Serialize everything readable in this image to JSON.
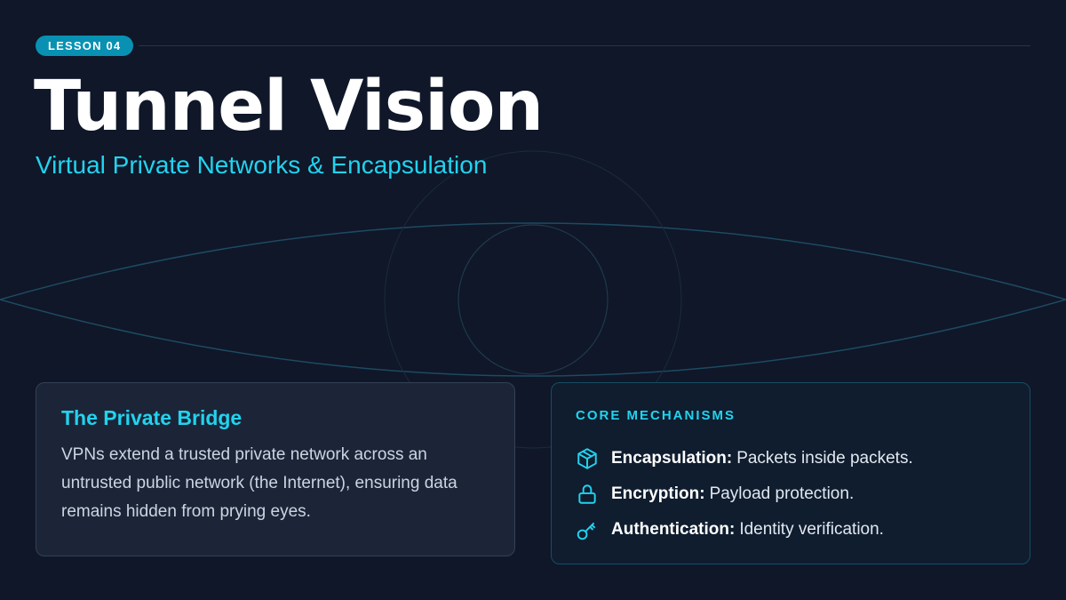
{
  "badge": "LESSON 04",
  "title": "Tunnel Vision",
  "subtitle": "Virtual Private Networks & Encapsulation",
  "bridge": {
    "heading": "The Private Bridge",
    "body": "VPNs extend a trusted private network across an untrusted public network (the Internet), ensuring data remains hidden from prying eyes."
  },
  "mechanisms": {
    "heading": "CORE MECHANISMS",
    "items": [
      {
        "icon": "box-icon",
        "term": "Encapsulation:",
        "desc": "Packets inside packets."
      },
      {
        "icon": "lock-icon",
        "term": "Encryption:",
        "desc": "Payload protection."
      },
      {
        "icon": "key-icon",
        "term": "Authentication:",
        "desc": "Identity verification."
      }
    ]
  },
  "colors": {
    "accent": "#22d3ee",
    "badge": "#0891b2",
    "background": "#0f1729"
  }
}
